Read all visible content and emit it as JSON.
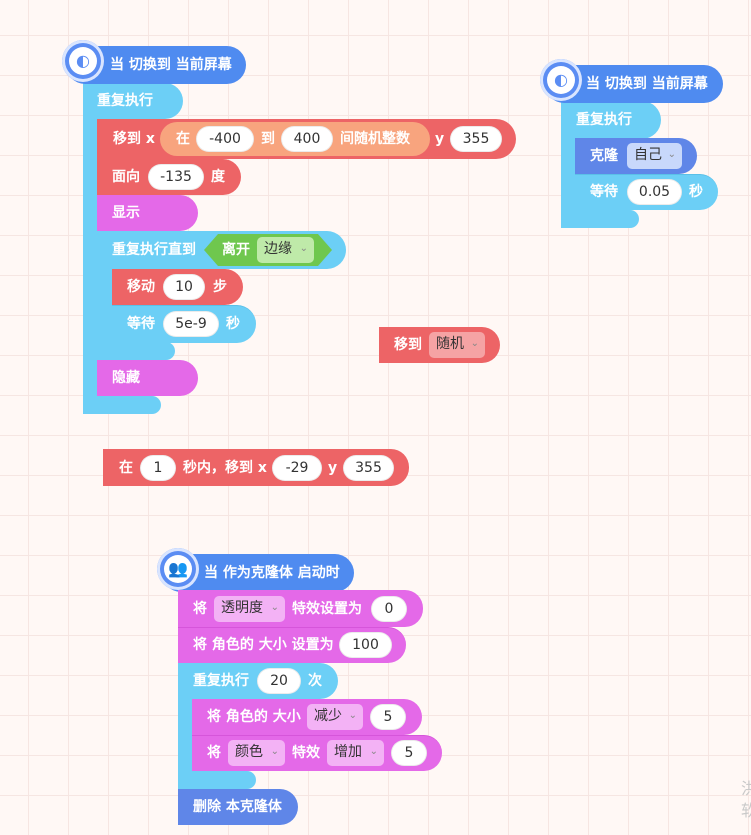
{
  "script1": {
    "hat_label": "当 切换到 当前屏幕",
    "repeat_label": "重复执行",
    "goto": {
      "label_move": "移到 x",
      "label_in": "在",
      "from": "-400",
      "label_to": "到",
      "to": "400",
      "label_random": "间随机整数",
      "label_y": "y",
      "y": "355"
    },
    "direction": {
      "label": "面向",
      "value": "-135",
      "unit": "度"
    },
    "show_label": "显示",
    "repeat_until": {
      "label": "重复执行直到",
      "cond_label": "离开",
      "cond_value": "边缘"
    },
    "move": {
      "label": "移动",
      "value": "10",
      "unit": "步"
    },
    "wait": {
      "label": "等待",
      "value": "5e-9",
      "unit": "秒"
    },
    "hide_label": "隐藏"
  },
  "script2": {
    "hat_label": "当 切换到 当前屏幕",
    "repeat_label": "重复执行",
    "clone": {
      "label": "克隆",
      "value": "自己"
    },
    "wait": {
      "label": "等待",
      "value": "0.05",
      "unit": "秒"
    }
  },
  "loose_goto": {
    "label": "移到",
    "value": "随机"
  },
  "glide": {
    "label_in": "在",
    "secs": "1",
    "label_mid": "秒内，移到 x",
    "x": "-29",
    "label_y": "y",
    "y": "355"
  },
  "script3": {
    "hat_label": "当 作为克隆体 启动时",
    "set_effect": {
      "label": "将",
      "effect": "透明度",
      "label2": "特效设置为",
      "value": "0"
    },
    "set_size": {
      "label": "将 角色的 大小 设置为",
      "value": "100"
    },
    "repeat": {
      "label": "重复执行",
      "value": "20",
      "unit": "次"
    },
    "change_size": {
      "label": "将 角色的 大小",
      "op": "减少",
      "value": "5"
    },
    "change_effect": {
      "label": "将",
      "effect": "颜色",
      "label2": "特效",
      "op": "增加",
      "value": "5"
    },
    "delete_label": "删除 本克隆体"
  },
  "watermark": "洪\n软",
  "colors": {
    "events": "#4f8bf0",
    "control": "#6ccff6",
    "motion": "#ed6466",
    "looks": "#e469e8",
    "sensing": "#6fc74e",
    "background": "#fff8f5"
  },
  "icons": {
    "hat_screen": "screen-switch-icon",
    "hat_clone": "clone-person-icon",
    "dropdown": "chevron-down-icon"
  }
}
